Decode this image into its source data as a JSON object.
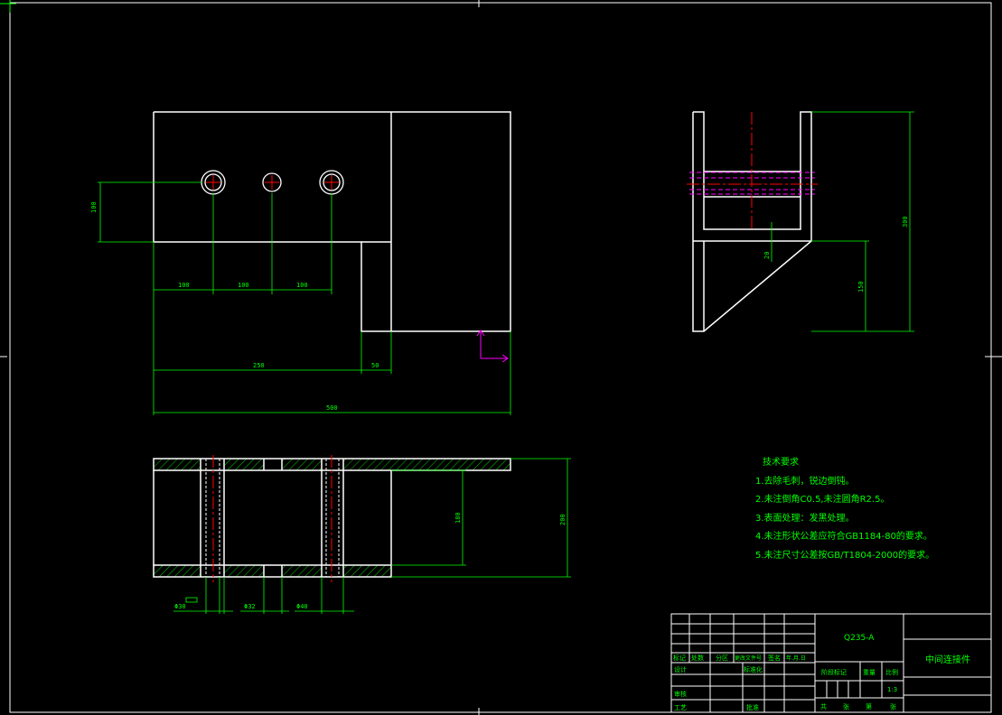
{
  "drawing": {
    "title": "中间连接件",
    "material": "Q235-A",
    "scale": "1:3"
  },
  "dimensions": {
    "top_view_hole_height": "100",
    "hole_spacing_1": "100",
    "hole_spacing_2": "100",
    "hole_spacing_3": "100",
    "width_250": "250",
    "width_50": "50",
    "overall_width": "500",
    "side_height_overall": "300",
    "side_height_lower": "150",
    "side_offset": "20",
    "front_inner_height": "180",
    "front_height": "200",
    "hole_dia_1": "Φ30",
    "hole_dia_2": "Φ32",
    "hole_dia_3": "Φ40"
  },
  "tech_requirements": {
    "title": "技术要求",
    "items": [
      "1.去除毛刺，锐边倒钝。",
      "2.未注倒角C0.5,未注圆角R2.5。",
      "3.表面处理：发黑处理。",
      "4.未注形状公差应符合GB1184-80的要求。",
      "5.未注尺寸公差按GB/T1804-2000的要求。"
    ]
  },
  "title_block": {
    "col_labels": [
      "标记",
      "处数",
      "分区",
      "更改文件号",
      "签名",
      "年.月.日"
    ],
    "row_design": "设计",
    "row_standard": "标准化",
    "row_review": "审核",
    "row_process": "工艺",
    "row_approve": "批准",
    "stage_label": "阶段标记",
    "weight_label": "重量",
    "scale_label": "比例",
    "sheet_total": "共",
    "sheet_unit": "张",
    "sheet_no": "第",
    "sheet_unit2": "张"
  },
  "colors": {
    "outline": "#ffffff",
    "dimension": "#00ff00",
    "centerline": "#ff0000",
    "hidden": "#ff00ff",
    "background": "#000000"
  }
}
